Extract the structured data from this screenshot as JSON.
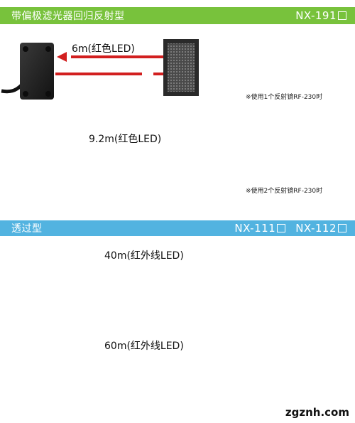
{
  "section_polarized": {
    "title": "带偏极滤光器回归反射型",
    "model": "NX-191"
  },
  "row1": {
    "distance": "6m(红色LED)",
    "note": "※使用1个反射镜RF-230时"
  },
  "row2": {
    "distance": "9.2m(红色LED)",
    "note": "※使用2个反射镜RF-230时"
  },
  "section_through": {
    "title": "透过型",
    "model_a": "NX-111",
    "model_b": "NX-112"
  },
  "row3": {
    "distance": "40m(红外线LED)"
  },
  "row4": {
    "distance": "60m(红外线LED)"
  },
  "watermark": "zgznh.com",
  "colors": {
    "green_banner": "#78c23c",
    "blue_banner": "#52b3e0",
    "red_beam": "#d21f1f",
    "yellow_beam": "#f3c11a"
  }
}
